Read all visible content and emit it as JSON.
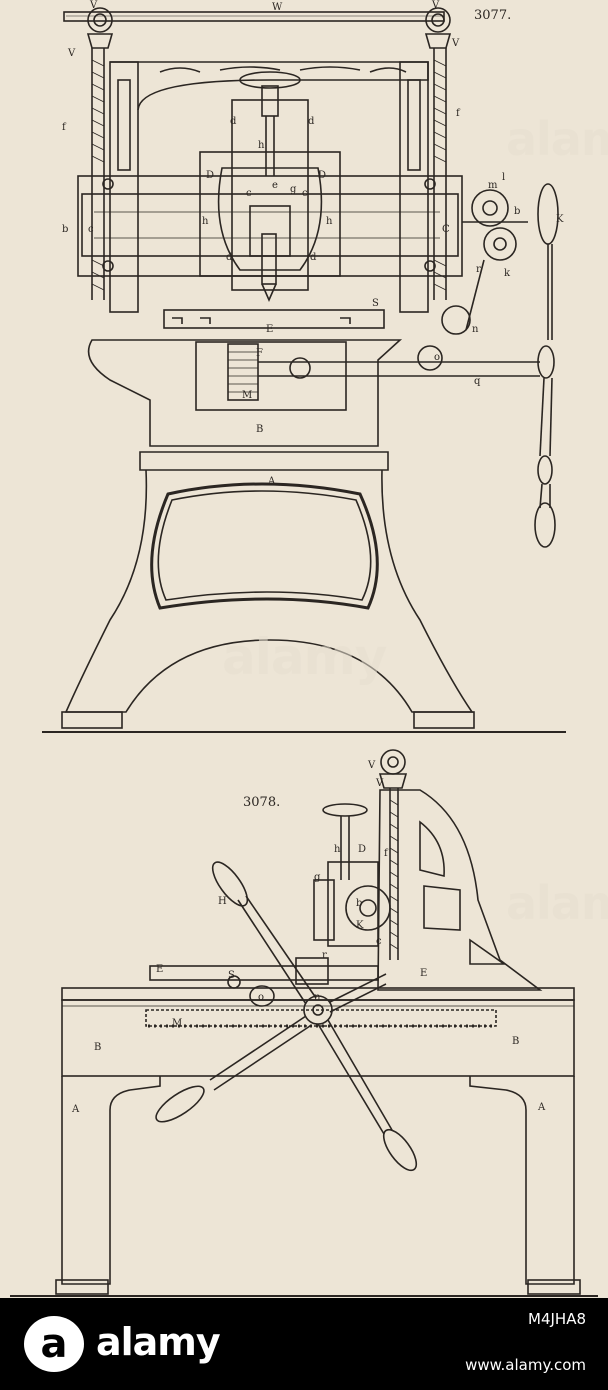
{
  "figures": {
    "fig3077": {
      "number": "3077.",
      "labels": [
        "W",
        "V",
        "V",
        "V",
        "V",
        "f",
        "f",
        "D",
        "D",
        "d",
        "d",
        "h",
        "e",
        "g",
        "c",
        "c",
        "h",
        "h",
        "d",
        "d",
        "b",
        "c",
        "C",
        "b",
        "l",
        "m",
        "k",
        "r",
        "K",
        "E",
        "S",
        "n",
        "F",
        "M",
        "o",
        "q",
        "B",
        "A"
      ]
    },
    "fig3078": {
      "number": "3078.",
      "labels": [
        "V",
        "V",
        "h",
        "D",
        "f",
        "g",
        "H",
        "b",
        "K",
        "c",
        "r",
        "E",
        "S",
        "o",
        "n",
        "E",
        "M",
        "B",
        "B",
        "A",
        "A"
      ]
    }
  },
  "watermark": {
    "text": "alamy"
  },
  "footer": {
    "logo_letter": "a",
    "brand": "alamy",
    "image_id": "M4JHA8",
    "url": "www.alamy.com"
  }
}
